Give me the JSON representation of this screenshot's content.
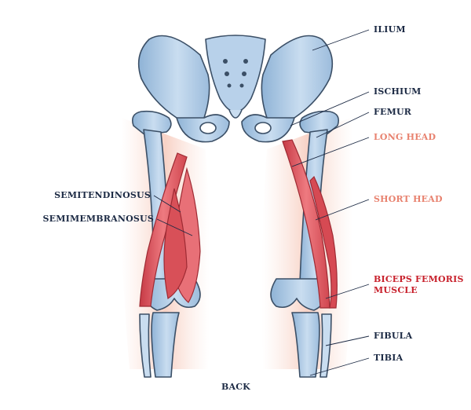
{
  "labels": {
    "ilium": "ILIUM",
    "ischium": "ISCHIUM",
    "femur": "FEMUR",
    "long_head": "LONG HEAD",
    "short_head": "SHORT HEAD",
    "biceps_line1": "BICEPS FEMORIS",
    "biceps_line2": "MUSCLE",
    "fibula": "FIBULA",
    "tibia": "TIBIA",
    "semitendinosus": "SEMITENDINOSUS",
    "semimembranosus": "SEMIMEMBRANOSUS",
    "view": "BACK"
  },
  "colors": {
    "label_dark": "#1c2a44",
    "label_salmon": "#e8826f",
    "label_red": "#c8212c",
    "bone": "#a9c7e3",
    "bone_light": "#d6e6f4",
    "bone_outline": "#3b4f66",
    "muscle": "#e0535d",
    "muscle_dark": "#c63a45",
    "skin_glow": "#f9d9cf"
  }
}
